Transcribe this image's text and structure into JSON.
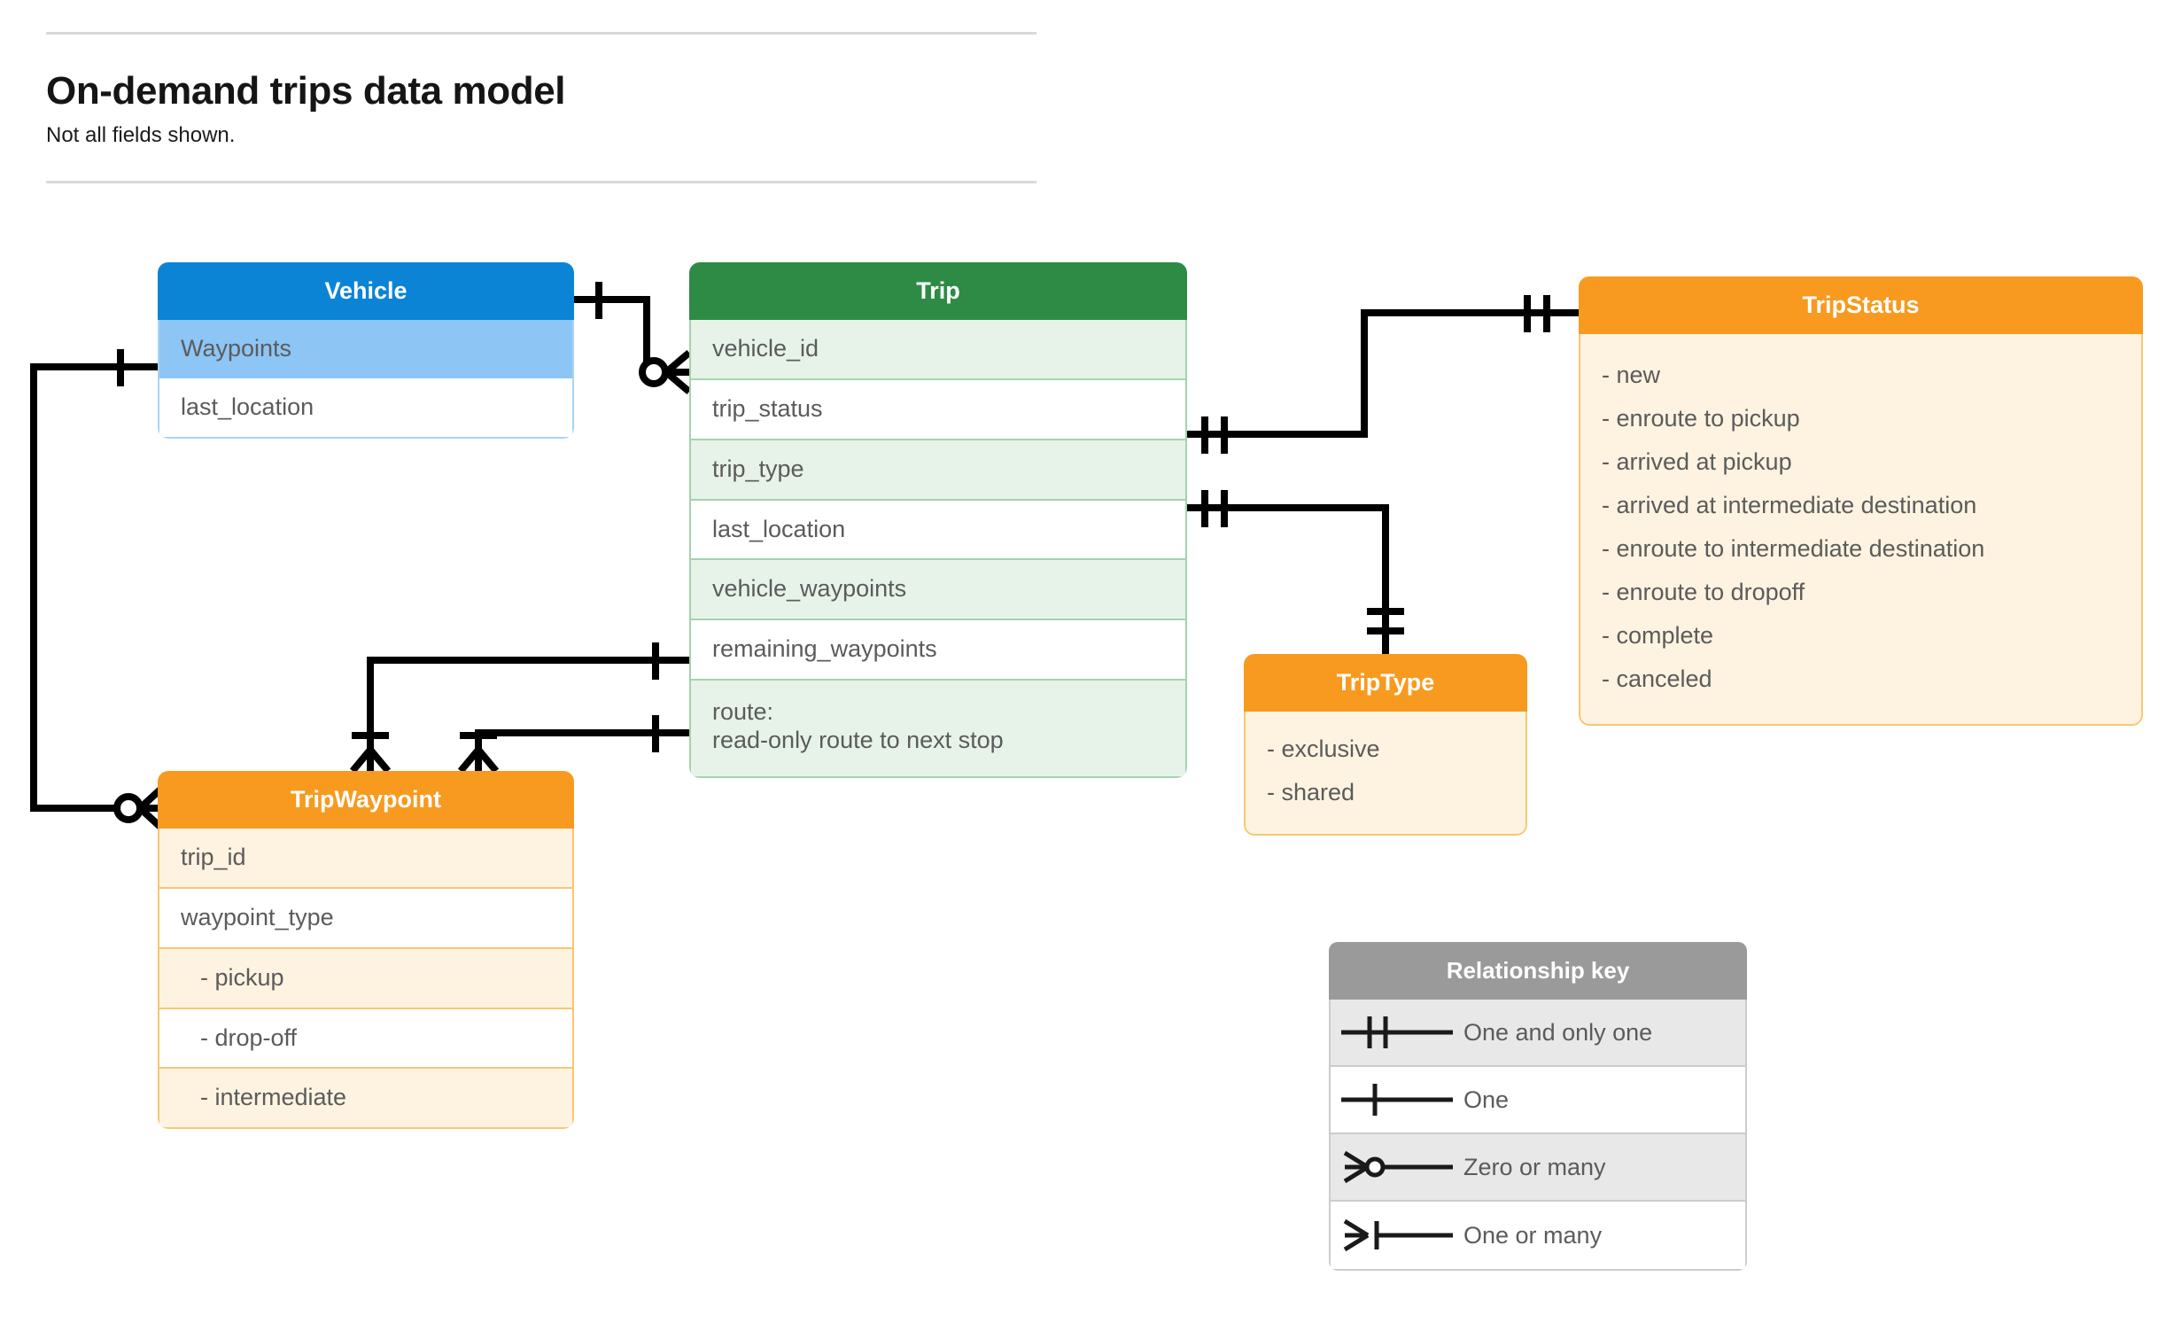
{
  "header": {
    "title": "On-demand trips data model",
    "subtitle": "Not all fields shown."
  },
  "entities": {
    "vehicle": {
      "title": "Vehicle",
      "header_color": "#0b84d6",
      "rows": [
        {
          "label": "Waypoints"
        },
        {
          "label": "last_location"
        }
      ]
    },
    "trip": {
      "title": "Trip",
      "header_color": "#2e8b45",
      "rows": [
        {
          "label": "vehicle_id"
        },
        {
          "label": "trip_status"
        },
        {
          "label": "trip_type"
        },
        {
          "label": "last_location"
        },
        {
          "label": "vehicle_waypoints"
        },
        {
          "label": "remaining_waypoints"
        },
        {
          "label": "route:",
          "label2": "read-only route to next stop"
        }
      ]
    },
    "trip_status": {
      "title": "TripStatus",
      "header_color": "#f79a1f",
      "values": [
        "- new",
        "- enroute to pickup",
        "- arrived at pickup",
        "- arrived at intermediate destination",
        "- enroute to intermediate destination",
        "- enroute to dropoff",
        "- complete",
        "- canceled"
      ]
    },
    "trip_type": {
      "title": "TripType",
      "header_color": "#f79a1f",
      "values": [
        "- exclusive",
        "- shared"
      ]
    },
    "trip_waypoint": {
      "title": "TripWaypoint",
      "header_color": "#f79a1f",
      "rows": [
        {
          "label": "trip_id"
        },
        {
          "label": "waypoint_type"
        },
        {
          "label": "-  pickup"
        },
        {
          "label": "-  drop-off"
        },
        {
          "label": "-  intermediate"
        }
      ]
    }
  },
  "legend": {
    "title": "Relationship key",
    "header_color": "#9a9a9a",
    "items": [
      {
        "symbol": "one-and-only-one-icon",
        "label": "One and only one"
      },
      {
        "symbol": "one-icon",
        "label": "One"
      },
      {
        "symbol": "zero-or-many-icon",
        "label": "Zero or many"
      },
      {
        "symbol": "one-or-many-icon",
        "label": "One or many"
      }
    ]
  },
  "relationships": [
    {
      "from": "Vehicle",
      "to": "Trip.vehicle_id",
      "from_cardinality": "One",
      "to_cardinality": "Zero or many"
    },
    {
      "from": "Vehicle.Waypoints",
      "to": "TripWaypoint",
      "from_cardinality": "One",
      "to_cardinality": "Zero or many"
    },
    {
      "from": "Trip.trip_status",
      "to": "TripStatus",
      "from_cardinality": "One and only one",
      "to_cardinality": "One and only one"
    },
    {
      "from": "Trip.trip_type",
      "to": "TripType",
      "from_cardinality": "One and only one",
      "to_cardinality": "One and only one"
    },
    {
      "from": "Trip.vehicle_waypoints",
      "to": "TripWaypoint",
      "from_cardinality": "One",
      "to_cardinality": "One or many"
    },
    {
      "from": "Trip.remaining_waypoints",
      "to": "TripWaypoint",
      "from_cardinality": "One",
      "to_cardinality": "One or many"
    }
  ]
}
